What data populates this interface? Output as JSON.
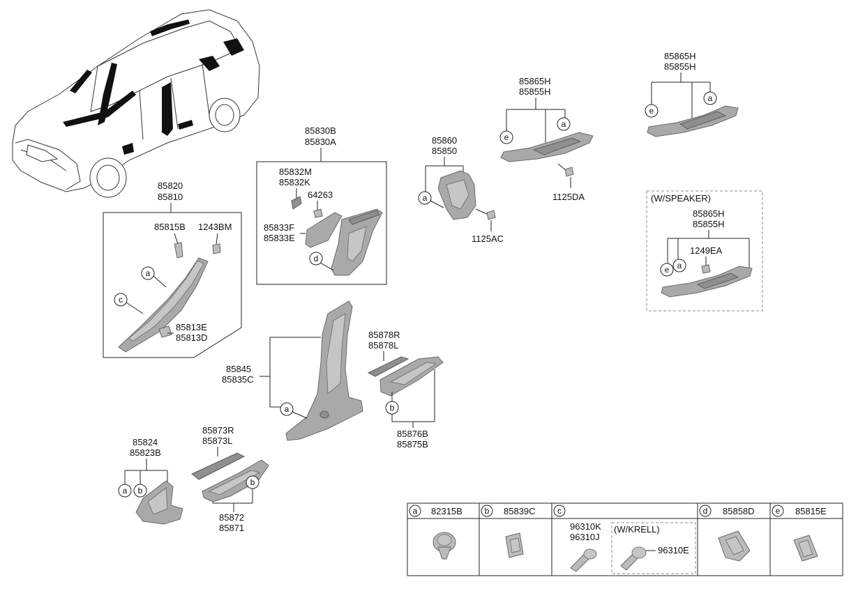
{
  "labels": {
    "p85820": "85820",
    "p85810": "85810",
    "p85815B": "85815B",
    "p1243BM": "1243BM",
    "p85813E": "85813E",
    "p85813D": "85813D",
    "p85830B": "85830B",
    "p85830A": "85830A",
    "p85832M": "85832M",
    "p85832K": "85832K",
    "p64263": "64263",
    "p85833F": "85833F",
    "p85833E": "85833E",
    "p85860": "85860",
    "p85850": "85850",
    "p1125AC": "1125AC",
    "p85865H_a": "85865H",
    "p85855H_a": "85855H",
    "p1125DA": "1125DA",
    "p85865H_b": "85865H",
    "p85855H_b": "85855H",
    "w_speaker": "(W/SPEAKER)",
    "p85865H_c": "85865H",
    "p85855H_c": "85855H",
    "p1249EA": "1249EA",
    "p85845": "85845",
    "p85835C": "85835C",
    "p85878R": "85878R",
    "p85878L": "85878L",
    "p85876B": "85876B",
    "p85875B": "85875B",
    "p85824": "85824",
    "p85823B": "85823B",
    "p85873R": "85873R",
    "p85873L": "85873L",
    "p85872": "85872",
    "p85871": "85871"
  },
  "callouts": {
    "a": "a",
    "b": "b",
    "c": "c",
    "d": "d",
    "e": "e"
  },
  "legend": {
    "a": {
      "letter": "a",
      "part": "82315B"
    },
    "b": {
      "letter": "b",
      "part": "85839C"
    },
    "c": {
      "letter": "c",
      "part_1": "96310K",
      "part_2": "96310J",
      "variant": "(W/KRELL)",
      "variant_part": "96310E"
    },
    "d": {
      "letter": "d",
      "part": "85858D"
    },
    "e": {
      "letter": "e",
      "part": "85815E"
    }
  }
}
